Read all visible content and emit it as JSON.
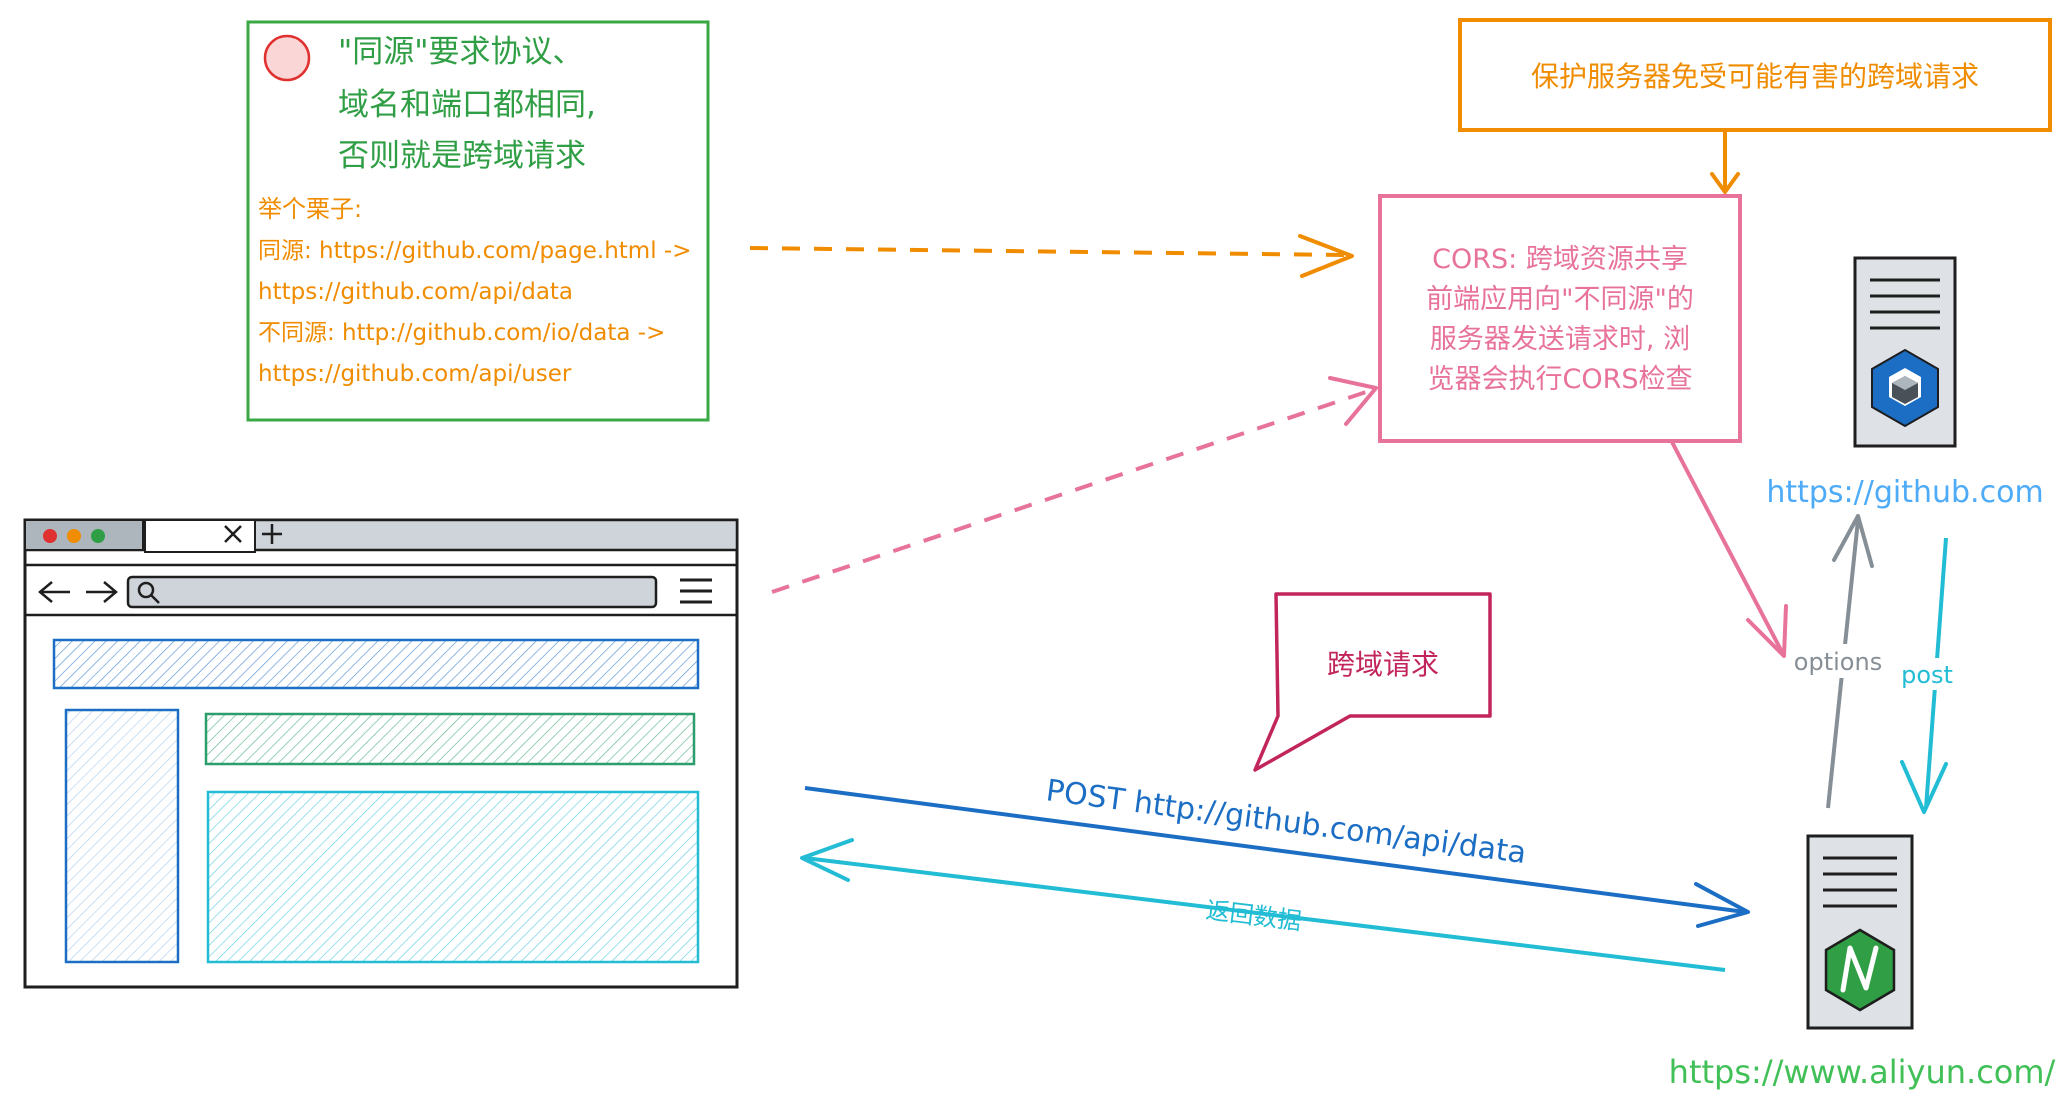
{
  "same_origin_note": {
    "title_lines": [
      "\"同源\"要求协议、",
      "域名和端口都相同,",
      "否则就是跨域请求"
    ],
    "example_header": "举个栗子:",
    "example_lines": [
      "同源: https://github.com/page.html ->",
      "https://github.com/api/data",
      "不同源: http://github.com/io/data ->",
      "https://github.com/api/user"
    ]
  },
  "protect_note": {
    "text": "保护服务器免受可能有害的跨域请求"
  },
  "cors_note": {
    "lines": [
      "CORS: 跨域资源共享",
      "前端应用向\"不同源\"的",
      "服务器发送请求时, 浏",
      "览器会执行CORS检查"
    ]
  },
  "cross_request_bubble": {
    "text": "跨域请求"
  },
  "request": {
    "post_label": "POST http://github.com/api/data",
    "response_label": "返回数据"
  },
  "servers": {
    "github": {
      "url": "https://github.com"
    },
    "aliyun": {
      "url": "https://www.aliyun.com/"
    }
  },
  "flow_labels": {
    "options": "options",
    "post": "post"
  },
  "colors": {
    "green": "#3aa845",
    "orange": "#f08c00",
    "pink": "#e8739a",
    "blue": "#1c6ec4",
    "cyan": "#22bcd4",
    "crimson": "#c2255c",
    "gray": "#868e96"
  }
}
